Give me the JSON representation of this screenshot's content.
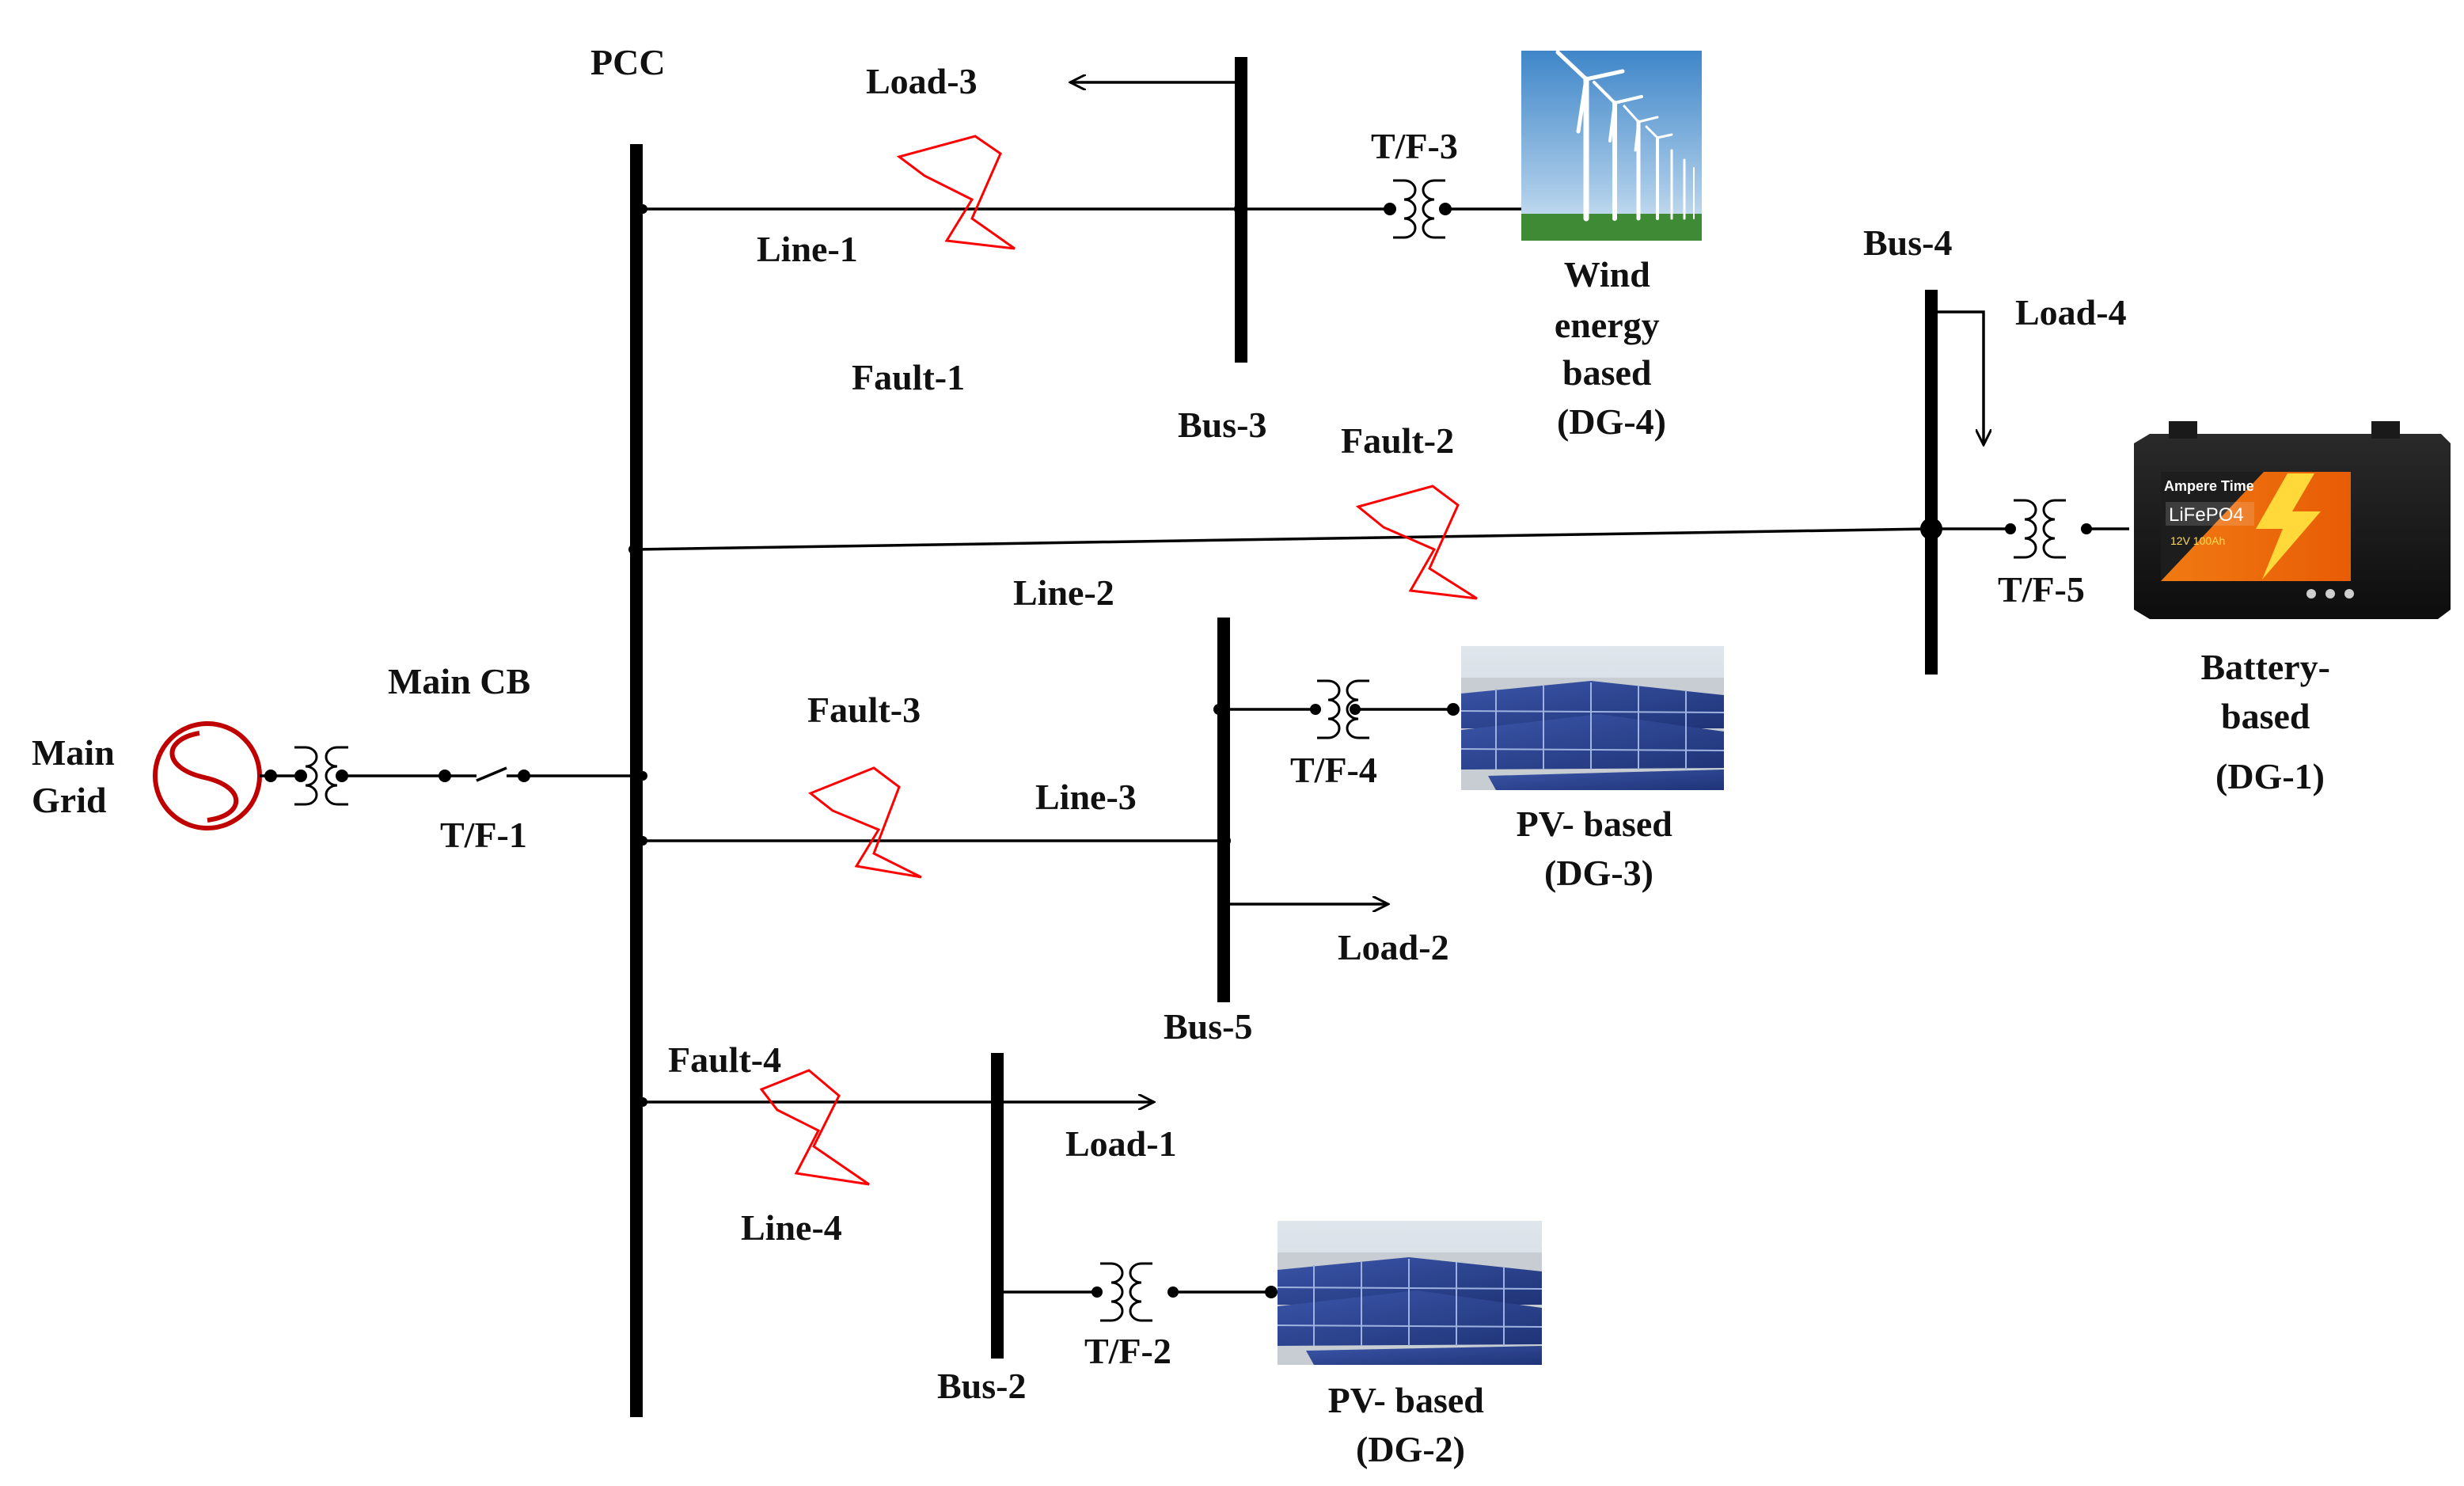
{
  "labels": {
    "pcc": "PCC",
    "main_grid": [
      "Main",
      "Grid"
    ],
    "main_cb": "Main CB",
    "transformers": {
      "tf1": "T/F-1",
      "tf2": "T/F-2",
      "tf3": "T/F-3",
      "tf4": "T/F-4",
      "tf5": "T/F-5"
    },
    "lines": {
      "line1": "Line-1",
      "line2": "Line-2",
      "line3": "Line-3",
      "line4": "Line-4"
    },
    "faults": {
      "fault1": "Fault-1",
      "fault2": "Fault-2",
      "fault3": "Fault-3",
      "fault4": "Fault-4"
    },
    "buses": {
      "bus2": "Bus-2",
      "bus3": "Bus-3",
      "bus4": "Bus-4",
      "bus5": "Bus-5"
    },
    "loads": {
      "load1": "Load-1",
      "load2": "Load-2",
      "load3": "Load-3",
      "load4": "Load-4"
    },
    "sources": {
      "dg1": [
        "Battery-",
        "based",
        "(DG-1)"
      ],
      "dg2": [
        "PV- based",
        "(DG-2)"
      ],
      "dg3": [
        "PV- based",
        "(DG-3)"
      ],
      "dg4": [
        "Wind",
        "energy",
        "based",
        "(DG-4)"
      ]
    }
  },
  "battery_text": {
    "brand": "Ampere Time",
    "chem": "LiFePO4",
    "rating": "12V 100Ah"
  },
  "colors": {
    "line": "#000000",
    "fault": "#ff0000",
    "source_circle": "#c00000"
  }
}
